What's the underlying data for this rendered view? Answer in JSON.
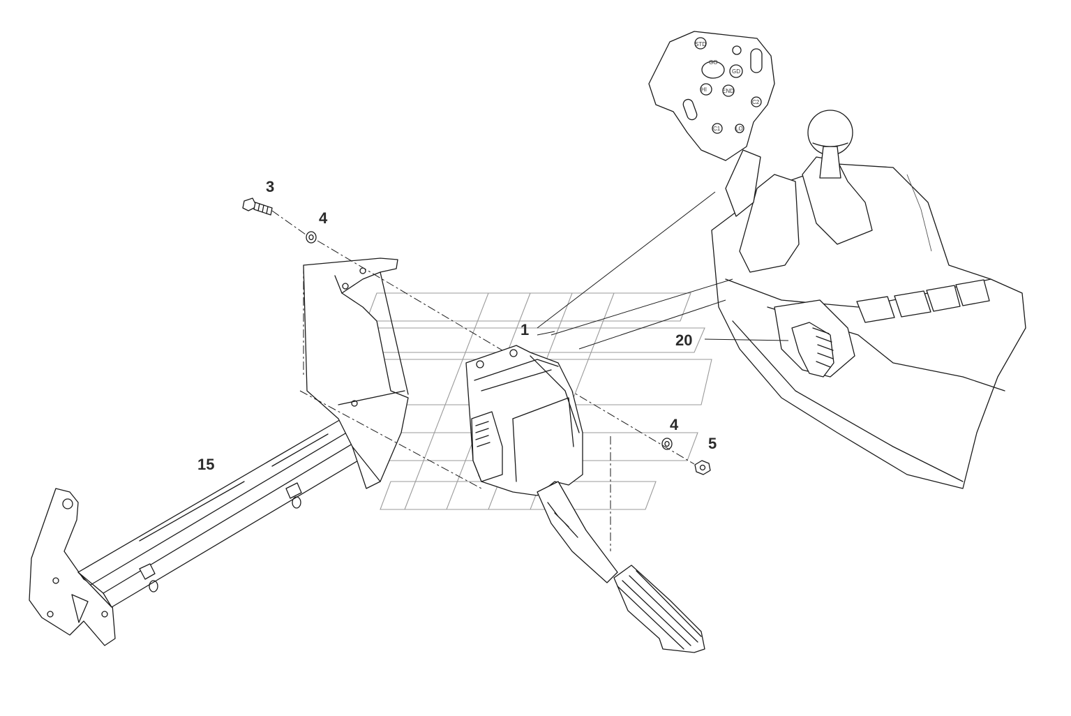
{
  "diagram": {
    "callouts": [
      {
        "id": "c1",
        "label": "1"
      },
      {
        "id": "c3",
        "label": "3"
      },
      {
        "id": "c4a",
        "label": "4"
      },
      {
        "id": "c4b",
        "label": "4"
      },
      {
        "id": "c5",
        "label": "5"
      },
      {
        "id": "c15",
        "label": "15"
      },
      {
        "id": "c20",
        "label": "20"
      }
    ],
    "joystick_buttons": [
      "STD",
      "GO",
      "GD",
      "END",
      "C1",
      "C2",
      "HI",
      "LO"
    ]
  },
  "colors": {
    "line": "#1a1a1a",
    "watermark": "#9a9a9a",
    "background": "#ffffff"
  }
}
